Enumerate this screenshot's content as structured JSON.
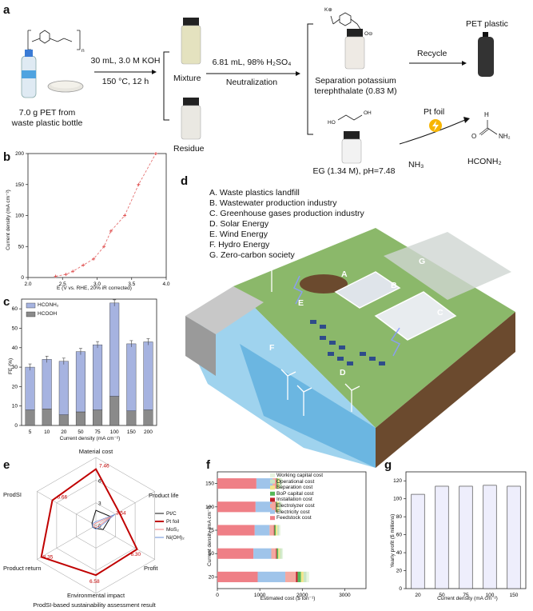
{
  "panel_a": {
    "letter": "a",
    "start_label_1": "7.0 g PET from",
    "start_label_2": "waste plastic bottle",
    "step1_top": "30 mL, 3.0 M KOH",
    "step1_bottom": "150 °C, 12 h",
    "mixture": "Mixture",
    "residue": "Residue",
    "step2_top": "6.81 mL, 98% H₂SO₄",
    "step2_bottom": "Neutralization",
    "product1_line1": "Separation potassium",
    "product1_line2": "terephthalate (0.83 M)",
    "recycle": "Recycle",
    "pet_plastic": "PET plastic",
    "eg": "EG (1.34 M), pH=7.48",
    "pt_foil": "Pt foil",
    "nh3": "NH₃",
    "hconh2": "HCONH₂",
    "h_atom": "H",
    "o_atom": "O",
    "nh2": "NH₂",
    "ho": "HO",
    "oh": "OH",
    "k_plus": "K⊕",
    "o_minus": "O⊖",
    "n_label": "n"
  },
  "panel_b": {
    "letter": "b",
    "ylabel": "Current density (mA cm⁻²)",
    "xlabel": "E (V vs. RHE, 20% iR corrected)",
    "x_ticks": [
      "2.0",
      "2.5",
      "3.0",
      "3.5",
      "4.0"
    ],
    "y_ticks": [
      "0",
      "50",
      "100",
      "150",
      "200"
    ]
  },
  "panel_c": {
    "letter": "c",
    "ylabel": "FE (%)",
    "xlabel": "Current density (mA cm⁻²)",
    "legend_1": "HCONH₂",
    "legend_2": "HCOOH",
    "y_ticks": [
      "0",
      "10",
      "20",
      "30",
      "40",
      "50",
      "60"
    ],
    "color_hconh2": "#a6b3e0",
    "color_hcooh": "#8a8a8a"
  },
  "panel_d": {
    "letter": "d",
    "items": [
      "A. Waste plastics landfill",
      "B. Wastewater production industry",
      "C. Greenhouse gases production industry",
      "D. Solar Energy",
      "E. Wind Energy",
      "F. Hydro Energy",
      "G. Zero-carbon society"
    ],
    "scene_labels": [
      "A",
      "B",
      "C",
      "D",
      "E",
      "F",
      "G"
    ]
  },
  "panel_e": {
    "letter": "e",
    "axis_labels": [
      "Material cost",
      "Product life",
      "Profit",
      "Environmental impact",
      "Product return",
      "ProdSI"
    ],
    "ring_labels": [
      "0",
      "3",
      "6"
    ],
    "values_text": [
      "7.46",
      "3.54",
      "6.30",
      "6.58",
      "8.35",
      "6.66"
    ],
    "legend": [
      "Pt/C",
      "Pt foil",
      "MoS₂",
      "Ni(OH)₂"
    ],
    "caption": "ProdSI-based sustainability assessment result",
    "colors": {
      "ptc": "#111111",
      "ptfoil": "#c00000",
      "mos2": "#f08080",
      "nioh2": "#6a8fd8"
    }
  },
  "panel_f": {
    "letter": "f",
    "ylabel": "Current density (mA cm⁻²)",
    "xlabel": "Estimated cost ($ ton⁻¹)",
    "x_ticks": [
      "0",
      "1000",
      "2000",
      "3000"
    ],
    "legend": [
      "Working capital cost",
      "Operational cost",
      "Separation cost",
      "BoP capital cost",
      "Installation cost",
      "Electrolyzer cost",
      "Electricity cost",
      "Feedstock cost"
    ],
    "legend_colors": [
      "#e8f4e0",
      "#c9e6c4",
      "#f3e58a",
      "#54b858",
      "#c0202a",
      "#f4a8a0",
      "#9fc4ea",
      "#ef7f86"
    ]
  },
  "panel_g": {
    "letter": "g",
    "ylabel": "Yearly profit ($ millions)",
    "xlabel": "Current density (mA cm⁻²)",
    "y_ticks": [
      "0",
      "20",
      "40",
      "60",
      "80",
      "100",
      "120"
    ]
  },
  "chart_data": [
    {
      "type": "scatter",
      "id": "b",
      "xlabel": "E (V vs. RHE, 20% iR corrected)",
      "ylabel": "Current density (mA cm⁻²)",
      "xlim": [
        2.0,
        4.0
      ],
      "ylim": [
        0,
        200
      ],
      "x": [
        2.4,
        2.55,
        2.65,
        2.8,
        2.95,
        3.1,
        3.2,
        3.4,
        3.6,
        3.85
      ],
      "y": [
        2,
        5,
        10,
        20,
        30,
        50,
        75,
        100,
        150,
        200
      ]
    },
    {
      "type": "bar",
      "id": "c",
      "stacked": true,
      "categories": [
        "5",
        "10",
        "20",
        "50",
        "75",
        "100",
        "150",
        "200"
      ],
      "ylim": [
        0,
        65
      ],
      "series": [
        {
          "name": "HCOOH",
          "values": [
            8,
            8.5,
            5.5,
            7,
            8,
            15,
            7.5,
            8
          ]
        },
        {
          "name": "HCONH₂",
          "values": [
            22,
            25.5,
            27.5,
            31,
            33.5,
            48,
            34.5,
            35
          ]
        }
      ]
    },
    {
      "type": "radar",
      "id": "e",
      "axes": [
        "Material cost",
        "Product life",
        "Profit",
        "Environmental impact",
        "Product return",
        "ProdSI"
      ],
      "rmax": 9,
      "series": [
        {
          "name": "Pt/C",
          "values": [
            2,
            2.3,
            1.1,
            0.4,
            0.5,
            0.6
          ]
        },
        {
          "name": "Pt foil",
          "values": [
            7.46,
            3.54,
            6.3,
            6.58,
            8.35,
            6.66
          ]
        },
        {
          "name": "MoS₂",
          "values": [
            0.3,
            2.5,
            0.3,
            0.3,
            0.3,
            0.3
          ]
        },
        {
          "name": "Ni(OH)₂",
          "values": [
            0.5,
            2.9,
            0.5,
            0.5,
            0.5,
            0.5
          ]
        }
      ]
    },
    {
      "type": "bar",
      "id": "f",
      "orientation": "horizontal",
      "stacked": true,
      "categories": [
        "20",
        "50",
        "75",
        "100",
        "150"
      ],
      "xlim": [
        0,
        3500
      ],
      "series": [
        {
          "name": "Feedstock cost",
          "values": [
            950,
            850,
            880,
            900,
            920
          ]
        },
        {
          "name": "Electricity cost",
          "values": [
            650,
            420,
            350,
            380,
            380
          ]
        },
        {
          "name": "Electrolyzer cost",
          "values": [
            250,
            110,
            100,
            90,
            85
          ]
        },
        {
          "name": "Installation cost",
          "values": [
            40,
            20,
            15,
            12,
            10
          ]
        },
        {
          "name": "BoP capital cost",
          "values": [
            80,
            35,
            30,
            25,
            25
          ]
        },
        {
          "name": "Separation cost",
          "values": [
            60,
            40,
            40,
            40,
            40
          ]
        },
        {
          "name": "Operational cost",
          "values": [
            70,
            40,
            40,
            40,
            40
          ]
        },
        {
          "name": "Working capital cost",
          "values": [
            60,
            30,
            30,
            30,
            30
          ]
        }
      ]
    },
    {
      "type": "bar",
      "id": "g",
      "categories": [
        "20",
        "50",
        "75",
        "100",
        "150"
      ],
      "values": [
        105,
        114,
        114,
        115,
        114
      ],
      "ylim": [
        0,
        130
      ]
    }
  ]
}
